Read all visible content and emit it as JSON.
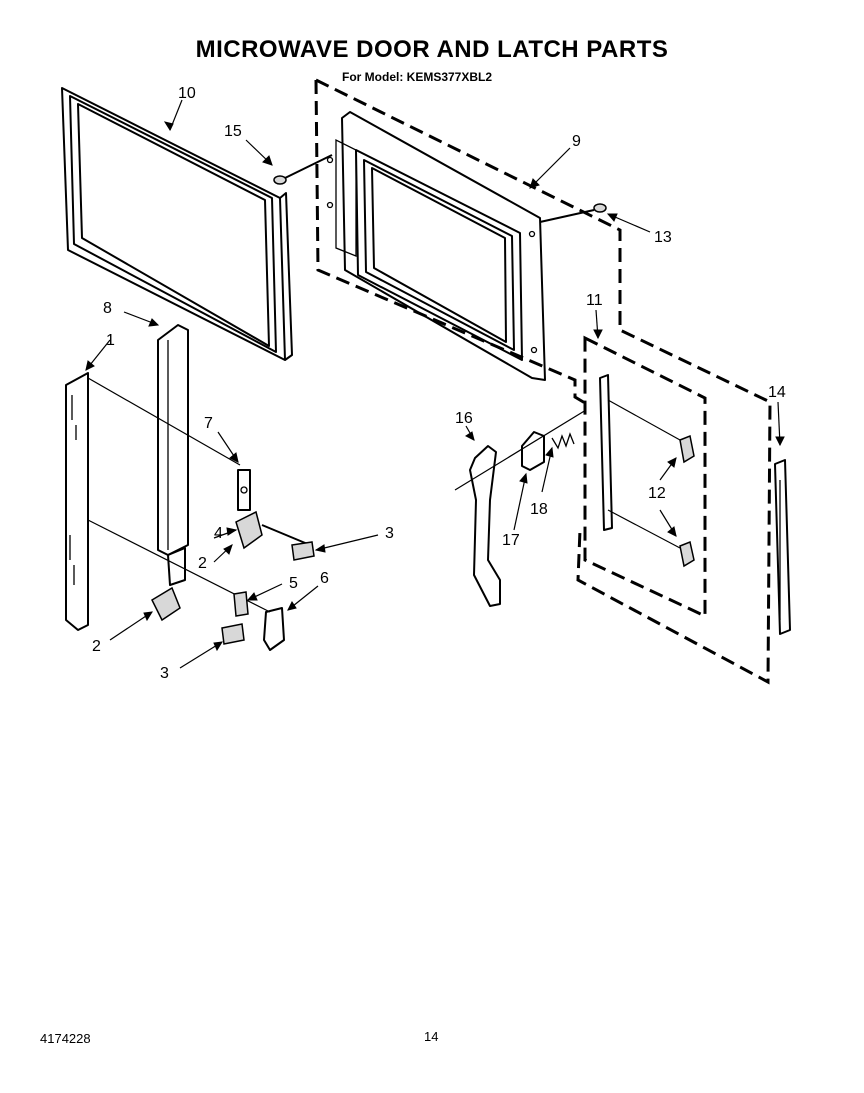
{
  "header": {
    "title": "MICROWAVE DOOR AND LATCH PARTS",
    "subtitle": "For Model: KEMS377XBL2"
  },
  "footer": {
    "doc_number": "4174228",
    "page_number": "14"
  },
  "callouts": [
    {
      "id": "c10",
      "label": "10"
    },
    {
      "id": "c15",
      "label": "15"
    },
    {
      "id": "c9",
      "label": "9"
    },
    {
      "id": "c13",
      "label": "13"
    },
    {
      "id": "c8",
      "label": "8"
    },
    {
      "id": "c1",
      "label": "1"
    },
    {
      "id": "c11",
      "label": "11"
    },
    {
      "id": "c14",
      "label": "14"
    },
    {
      "id": "c7",
      "label": "7"
    },
    {
      "id": "c16",
      "label": "16"
    },
    {
      "id": "c12",
      "label": "12"
    },
    {
      "id": "c4",
      "label": "4"
    },
    {
      "id": "c3a",
      "label": "3"
    },
    {
      "id": "c2a",
      "label": "2"
    },
    {
      "id": "c18",
      "label": "18"
    },
    {
      "id": "c17",
      "label": "17"
    },
    {
      "id": "c5",
      "label": "5"
    },
    {
      "id": "c6",
      "label": "6"
    },
    {
      "id": "c2b",
      "label": "2"
    },
    {
      "id": "c3b",
      "label": "3"
    }
  ]
}
